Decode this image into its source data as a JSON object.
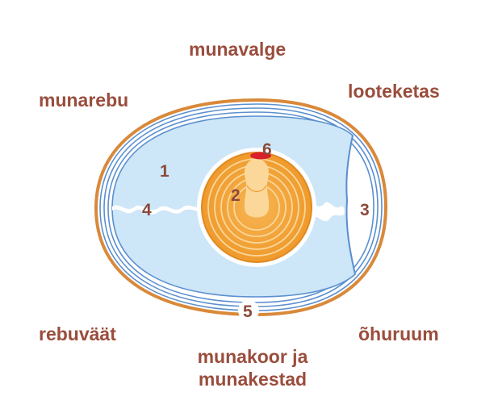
{
  "labels": {
    "albumen": "munavalge",
    "yolk": "munarebu",
    "germinal_disc": "looteketas",
    "chalazae": "rebuväät",
    "air_cell": "õhuruum",
    "shell_line1": "munakoor ja",
    "shell_line2": "munakestad"
  },
  "numbers": {
    "albumen": "1",
    "yolk": "2",
    "air_cell": "3",
    "chalaza": "4",
    "shell": "5",
    "germinal_disc": "6"
  },
  "colors": {
    "label_text": "#9a4d3c",
    "number_text": "#8c4a3c",
    "shell_outer": "#d9893a",
    "membrane_lines": "#5b8fcf",
    "albumen_fill": "#cde6f8",
    "yolk_fill": "#f4a53c",
    "yolk_rings": "#fbd79a",
    "germinal_disc": "#d8202a"
  }
}
